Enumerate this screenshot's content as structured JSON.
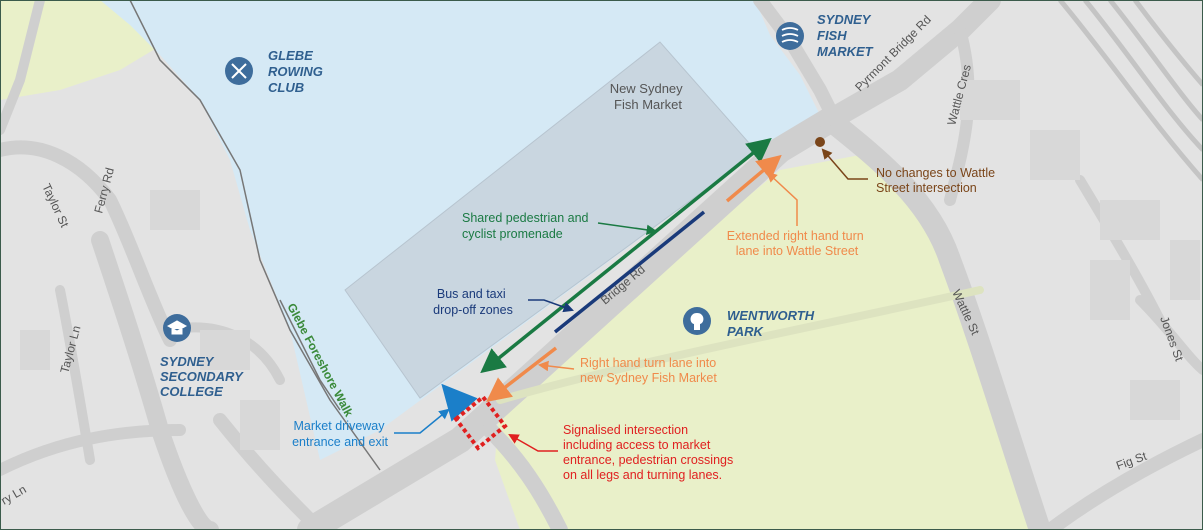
{
  "colors": {
    "water": "#d5e9f5",
    "park": "#e9f0c9",
    "land": "#e3e3e3",
    "road": "#cfcfcf",
    "building": "#c9d6e0",
    "poi_icon": "#3e6d9c",
    "poi_text": "#2f5f8f",
    "green": "#1a7a43",
    "navy": "#1a3a7a",
    "orange": "#f08a4b",
    "blue": "#1b7fc9",
    "red": "#e02020",
    "brown": "#7a4519",
    "walk": "#3a8a3a"
  },
  "pois": {
    "glebe_rowing": {
      "icon": "oars-icon",
      "lines": [
        "GLEBE",
        "ROWING",
        "CLUB"
      ]
    },
    "sydney_fish": {
      "icon": "fish-icon",
      "lines": [
        "SYDNEY",
        "FISH",
        "MARKET"
      ]
    },
    "sydney_secondary": {
      "icon": "graduation-cap-icon",
      "lines": [
        "SYDNEY",
        "SECONDARY",
        "COLLEGE"
      ]
    },
    "wentworth_park": {
      "icon": "tree-icon",
      "lines": [
        "WENTWORTH",
        "PARK"
      ]
    }
  },
  "site": {
    "lines": [
      "New Sydney",
      "Fish Market"
    ]
  },
  "streets": {
    "pyrmont_bridge_rd": "Pyrmont Bridge Rd",
    "wattle_cres": "Wattle Cres",
    "wattle_st": "Wattle St",
    "jones_st": "Jones St",
    "fig_st": "Fig St",
    "taylor_st": "Taylor St",
    "ferry_rd": "Ferry Rd",
    "taylor_ln": "Taylor Ln",
    "bridge_rd": "Bridge Rd",
    "glebe_foreshore_walk": "Glebe Foreshore Walk",
    "ry_ln": "ry Ln"
  },
  "annotations": {
    "promenade": {
      "lines": [
        "Shared pedestrian and",
        "cyclist promenade"
      ]
    },
    "bus_taxi": {
      "lines": [
        "Bus and taxi",
        "drop-off zones"
      ]
    },
    "extended_turn": {
      "lines": [
        "Extended right hand turn",
        "lane into Wattle Street"
      ]
    },
    "no_changes": {
      "lines": [
        "No changes to Wattle",
        "Street intersection"
      ]
    },
    "right_turn": {
      "lines": [
        "Right hand turn lane into",
        "new Sydney Fish Market"
      ]
    },
    "driveway": {
      "lines": [
        "Market driveway",
        "entrance and exit"
      ]
    },
    "signalised": {
      "lines": [
        "Signalised intersection",
        "including access to market",
        "entrance, pedestrian crossings",
        "on all legs and turning lanes."
      ]
    }
  }
}
